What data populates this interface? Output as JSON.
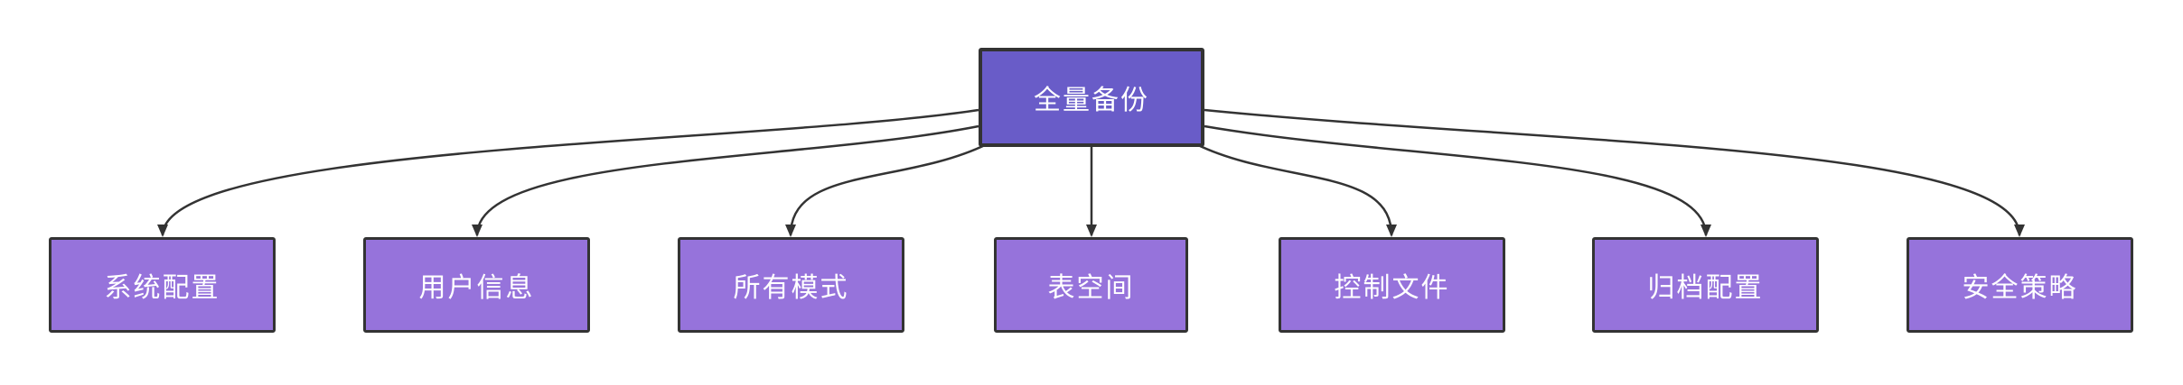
{
  "diagram": {
    "type": "flowchart",
    "direction": "top-down",
    "root": {
      "label": "全量备份"
    },
    "children": [
      {
        "label": "系统配置"
      },
      {
        "label": "用户信息"
      },
      {
        "label": "所有模式"
      },
      {
        "label": "表空间"
      },
      {
        "label": "控制文件"
      },
      {
        "label": "归档配置"
      },
      {
        "label": "安全策略"
      }
    ],
    "edges": [
      {
        "from": "全量备份",
        "to": "系统配置"
      },
      {
        "from": "全量备份",
        "to": "用户信息"
      },
      {
        "from": "全量备份",
        "to": "所有模式"
      },
      {
        "from": "全量备份",
        "to": "表空间"
      },
      {
        "from": "全量备份",
        "to": "控制文件"
      },
      {
        "from": "全量备份",
        "to": "归档配置"
      },
      {
        "from": "全量备份",
        "to": "安全策略"
      }
    ],
    "colors": {
      "root_fill": "#695CC8",
      "child_fill": "#9673DB",
      "node_border": "#333333",
      "edge": "#333333",
      "text": "#ffffff",
      "background": "#ffffff"
    }
  }
}
